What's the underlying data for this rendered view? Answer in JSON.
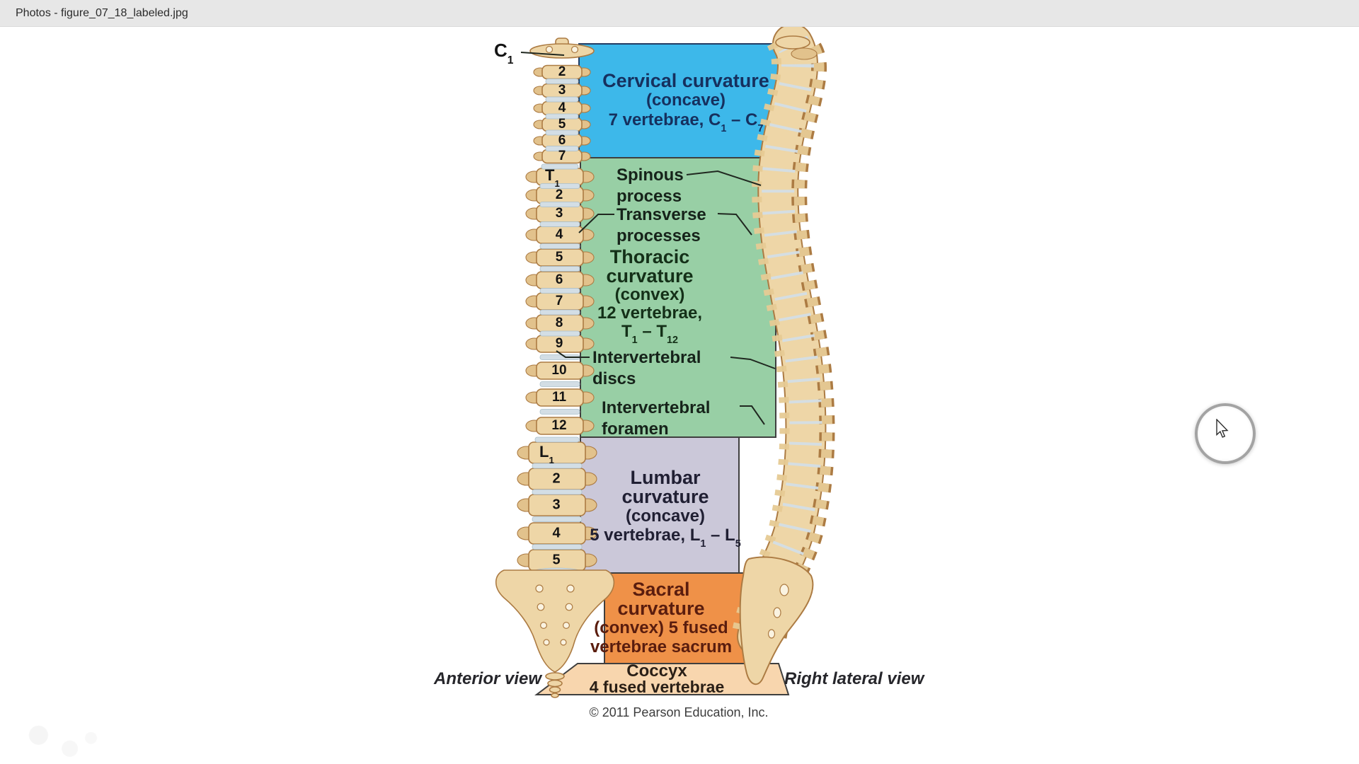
{
  "window": {
    "title": "Photos - figure_07_18_labeled.jpg"
  },
  "palette": {
    "cervical_band": "#3db8ea",
    "thoracic_band": "#98cfa5",
    "lumbar_band": "#cbc8d9",
    "sacral_band": "#ef9148",
    "coccyx_band": "#f8d6ae",
    "band_border": "#3f3f3f",
    "cervical_text": "#16305e",
    "thoracic_text": "#143018",
    "lumbar_text": "#201f33",
    "sacral_text": "#5a1d0e",
    "coccyx_text": "#2a1f16",
    "callout_text": "#16231a",
    "leader_line": "#202820",
    "bone": "#eed6a7",
    "bone_shade": "#e2c28c",
    "bone_edge": "#ac7b43",
    "disc": "#d3dee5",
    "number_text": "#141414"
  },
  "figure": {
    "cervical": {
      "title": "Cervical curvature",
      "shape": "(concave)",
      "detail": "7 vertebrae, C~1~ – C~7~"
    },
    "thoracic": {
      "title": [
        "Thoracic",
        "curvature"
      ],
      "shape": "(convex)",
      "detail": [
        "12 vertebrae,",
        "T~1~ – T~12~"
      ]
    },
    "lumbar": {
      "title": [
        "Lumbar",
        "curvature"
      ],
      "shape": "(concave)",
      "detail": "5 vertebrae, L~1~ – L~5~"
    },
    "sacral": {
      "title": [
        "Sacral",
        "curvature"
      ],
      "detail": [
        "(convex) 5 fused",
        "vertebrae sacrum"
      ]
    },
    "coccyx": {
      "title": "Coccyx",
      "detail": "4 fused vertebrae"
    },
    "callouts": {
      "spinous": [
        "Spinous",
        "process"
      ],
      "transverse": [
        "Transverse",
        "processes"
      ],
      "discs": [
        "Intervertebral",
        "discs"
      ],
      "foramen": [
        "Intervertebral",
        "foramen"
      ]
    },
    "vertebrae": {
      "c1": "C~1~",
      "t1": "T~1~",
      "l1": "L~1~",
      "cervical": [
        "2",
        "3",
        "4",
        "5",
        "6",
        "7"
      ],
      "thoracic": [
        "2",
        "3",
        "4",
        "5",
        "6",
        "7",
        "8",
        "9",
        "10",
        "11",
        "12"
      ],
      "lumbar": [
        "2",
        "3",
        "4",
        "5"
      ]
    },
    "captions": {
      "anterior": "Anterior view",
      "lateral": "Right lateral view"
    },
    "credit": "© 2011 Pearson Education, Inc."
  }
}
